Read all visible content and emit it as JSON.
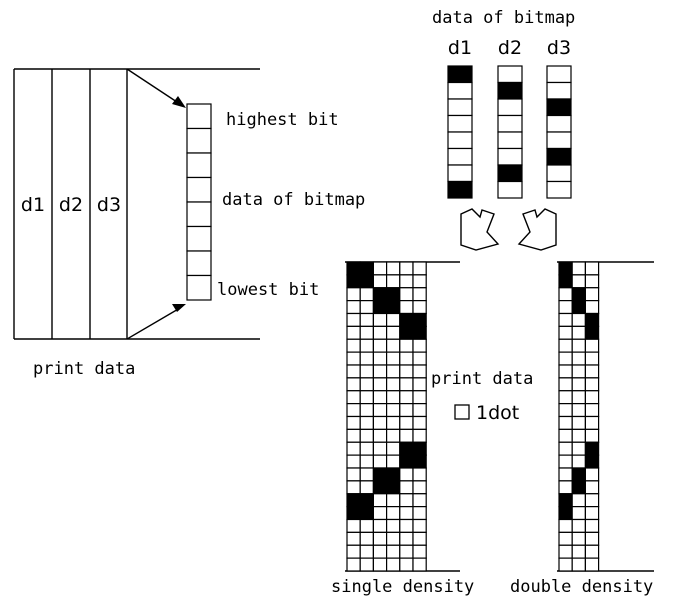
{
  "left_panel": {
    "columns": [
      "d1",
      "d2",
      "d3"
    ],
    "byte_labels": {
      "top": "highest bit",
      "middle": "data of bitmap",
      "bottom": "lowest bit"
    },
    "caption": "print data",
    "bits_per_byte": 8
  },
  "bitmap_panel": {
    "title": "data of bitmap",
    "bytes": [
      {
        "label": "d1",
        "bits": [
          1,
          0,
          0,
          0,
          0,
          0,
          0,
          1
        ]
      },
      {
        "label": "d2",
        "bits": [
          0,
          1,
          0,
          0,
          0,
          0,
          1,
          0
        ]
      },
      {
        "label": "d3",
        "bits": [
          0,
          0,
          1,
          0,
          0,
          1,
          0,
          0
        ]
      }
    ]
  },
  "print_panel": {
    "label": "print data",
    "legend_label": "1dot",
    "rows": 24,
    "single_density": {
      "caption": "single density",
      "columns": 6,
      "filled": [
        [
          0,
          0
        ],
        [
          0,
          1
        ],
        [
          1,
          0
        ],
        [
          1,
          1
        ],
        [
          2,
          2
        ],
        [
          2,
          3
        ],
        [
          3,
          2
        ],
        [
          3,
          3
        ],
        [
          4,
          4
        ],
        [
          4,
          5
        ],
        [
          5,
          4
        ],
        [
          5,
          5
        ],
        [
          14,
          4
        ],
        [
          14,
          5
        ],
        [
          15,
          4
        ],
        [
          15,
          5
        ],
        [
          16,
          2
        ],
        [
          16,
          3
        ],
        [
          17,
          2
        ],
        [
          17,
          3
        ],
        [
          18,
          0
        ],
        [
          18,
          1
        ],
        [
          19,
          0
        ],
        [
          19,
          1
        ]
      ]
    },
    "double_density": {
      "caption": "double density",
      "columns": 3,
      "filled": [
        [
          0,
          0
        ],
        [
          1,
          0
        ],
        [
          2,
          1
        ],
        [
          3,
          1
        ],
        [
          4,
          2
        ],
        [
          5,
          2
        ],
        [
          14,
          2
        ],
        [
          15,
          2
        ],
        [
          16,
          1
        ],
        [
          17,
          1
        ],
        [
          18,
          0
        ],
        [
          19,
          0
        ]
      ]
    }
  }
}
